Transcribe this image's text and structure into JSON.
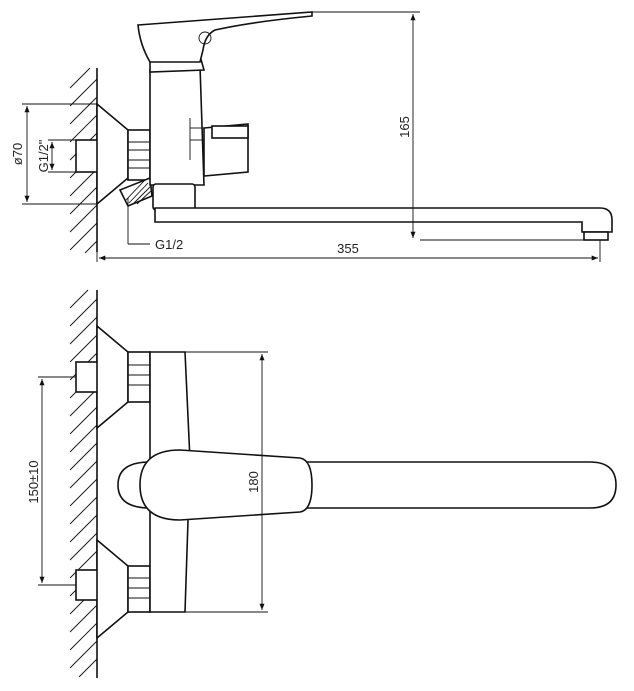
{
  "drawing": {
    "side_view": {
      "height_dim": "165",
      "length_dim": "355",
      "flange_dim": "ø70",
      "inlet_thread_dim": "G1/2\"",
      "aerator_thread_dim": "G1/2"
    },
    "top_view": {
      "spacing_dim": "150±10",
      "body_dim": "180"
    }
  }
}
